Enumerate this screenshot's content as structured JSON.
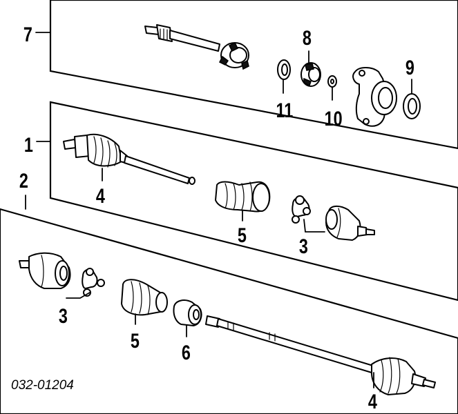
{
  "diagram": {
    "reference_code": "032-01204",
    "callouts": {
      "c7": "7",
      "c8": "8",
      "c9": "9",
      "c10": "10",
      "c11": "11",
      "c1": "1",
      "c4a": "4",
      "c5a": "5",
      "c3a": "3",
      "c2": "2",
      "c3b": "3",
      "c5b": "5",
      "c6": "6",
      "c4b": "4"
    }
  }
}
